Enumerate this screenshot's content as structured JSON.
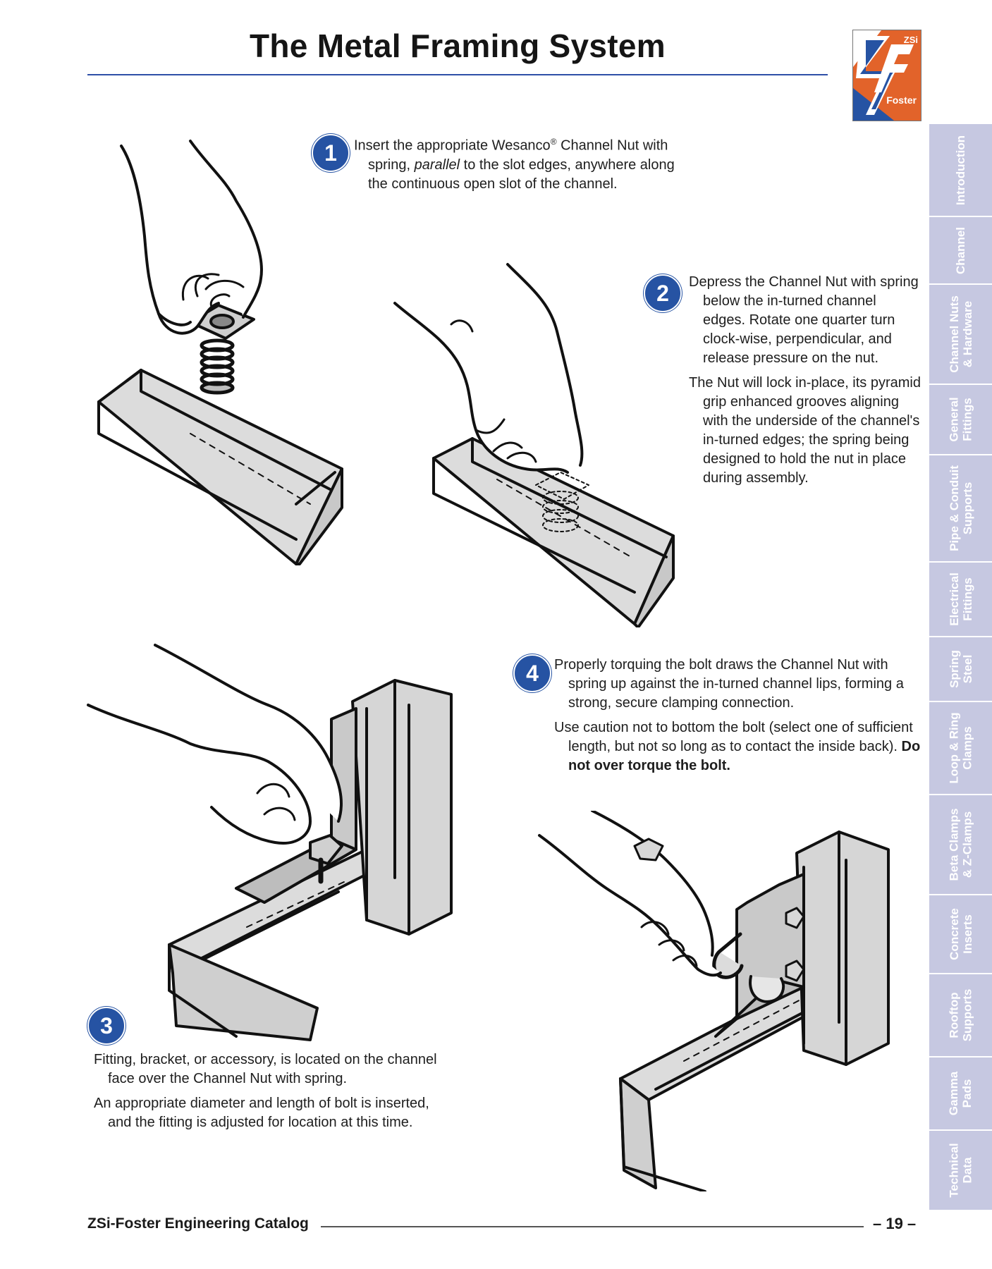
{
  "title": "The Metal Framing System",
  "logo": {
    "top_text": "ZSi",
    "bottom_text": "Foster",
    "orange": "#e2632a",
    "blue": "#2653a3"
  },
  "tabs": [
    {
      "label": "Introduction",
      "active": true
    },
    {
      "label": "Channel",
      "active": false
    },
    {
      "label": "Channel Nuts\n& Hardware",
      "active": false
    },
    {
      "label": "General\nFittings",
      "active": false
    },
    {
      "label": "Pipe & Conduit\nSupports",
      "active": false
    },
    {
      "label": "Electrical\nFittings",
      "active": false
    },
    {
      "label": "Spring\nSteel",
      "active": false
    },
    {
      "label": "Loop & Ring\nClamps",
      "active": false
    },
    {
      "label": "Beta Clamps\n& Z-Clamps",
      "active": false
    },
    {
      "label": "Concrete\nInserts",
      "active": false
    },
    {
      "label": "Rooftop\nSupports",
      "active": false
    },
    {
      "label": "Gamma\nPads",
      "active": false
    },
    {
      "label": "Technical\nData",
      "active": false
    }
  ],
  "steps": {
    "s1": {
      "number": "1",
      "p1_a": "Insert the appropriate Wesanco",
      "p1_reg": "®",
      "p1_b": " Channel Nut with spring, ",
      "p1_em": "parallel",
      "p1_c": " to the slot edges, anywhere along the continuous open slot of the channel."
    },
    "s2": {
      "number": "2",
      "p1": "Depress the Channel Nut with spring below the in-turned channel edges. Rotate one quarter turn clock-wise, perpendicular, and release pressure on the nut.",
      "p2": "The Nut will lock in-place, its pyramid grip enhanced grooves aligning with the underside of the channel's in-turned edges; the spring being designed to hold the nut in place during assembly."
    },
    "s3": {
      "number": "3",
      "p1": "Fitting, bracket, or accessory, is located on the channel face over the Channel Nut with spring.",
      "p2": "An appropriate diameter and length of bolt is inserted, and the fitting is adjusted for location at this time."
    },
    "s4": {
      "number": "4",
      "p1": "Properly torquing the bolt draws the Channel Nut with spring up against the in-turned channel lips, forming a strong, secure clamping connection.",
      "p2_a": "Use caution not to bottom the bolt (select one of sufficient length, but not so long as to contact the inside back). ",
      "p2_b": "Do not over torque the bolt."
    }
  },
  "footer": {
    "brand": "ZSi-Foster Engineering Catalog",
    "page": "– 19 –"
  }
}
